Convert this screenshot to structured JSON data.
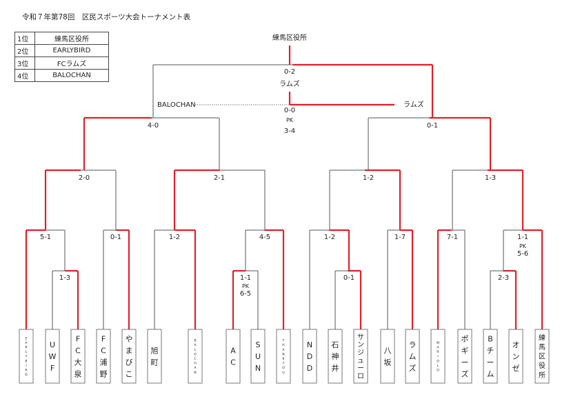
{
  "title": "令和７年第78回　区民スポーツ大会トーナメント表",
  "rankings": [
    {
      "place": "1位",
      "team": "練馬区役所"
    },
    {
      "place": "2位",
      "team": "EARLYBIRD"
    },
    {
      "place": "3位",
      "team": "FCラムズ"
    },
    {
      "place": "4位",
      "team": "BALOCHAN"
    }
  ],
  "teams": [
    "EARLYBIRD",
    "UWF",
    "FC大泉",
    "FC浦野",
    "やまびこ",
    "旭町",
    "BALOCHAN",
    "AC",
    "SUN",
    "THANKYOU",
    "NDD",
    "石神井",
    "サンジューロ",
    "八坂",
    "ラムズ",
    "MARIOLO",
    "ポギーズ",
    "Bチーム",
    "オンゼ",
    "練馬区役所"
  ],
  "scores": {
    "r0_left": "1-3",
    "r0_sun": "1-1",
    "r0_sun_pk": "PK",
    "r0_sun_pk_score": "6-5",
    "r0_sanju": "0-1",
    "r0_onze": "2-3",
    "r1": [
      "5-1",
      "0-1",
      "1-2",
      "4-5",
      "1-2",
      "1-7",
      "7-1",
      "1-1"
    ],
    "r1_last_pk": "PK",
    "r1_last_pk_score": "5-6",
    "r2": [
      "2-0",
      "2-1",
      "1-2",
      "1-3"
    ],
    "r3": [
      "4-0",
      "0-1"
    ],
    "final": "0-2",
    "final_winner": "ラムズ",
    "third": "0-0",
    "third_pk": "PK",
    "third_pk_score": "3-4",
    "third_left": "BALOCHAN",
    "third_right": "ラムズ",
    "champion": "練馬区役所"
  },
  "colors": {
    "win": "#e0202a",
    "line": "#555555",
    "dotted": "#777777"
  }
}
